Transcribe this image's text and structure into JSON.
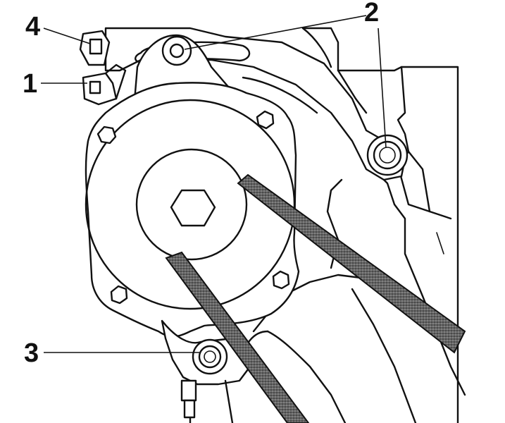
{
  "callouts": {
    "c1": "1",
    "c2": "2",
    "c3": "3",
    "c4": "4"
  },
  "colors": {
    "ink": "#111111",
    "belt_texture": "#555555",
    "background": "#ffffff"
  }
}
